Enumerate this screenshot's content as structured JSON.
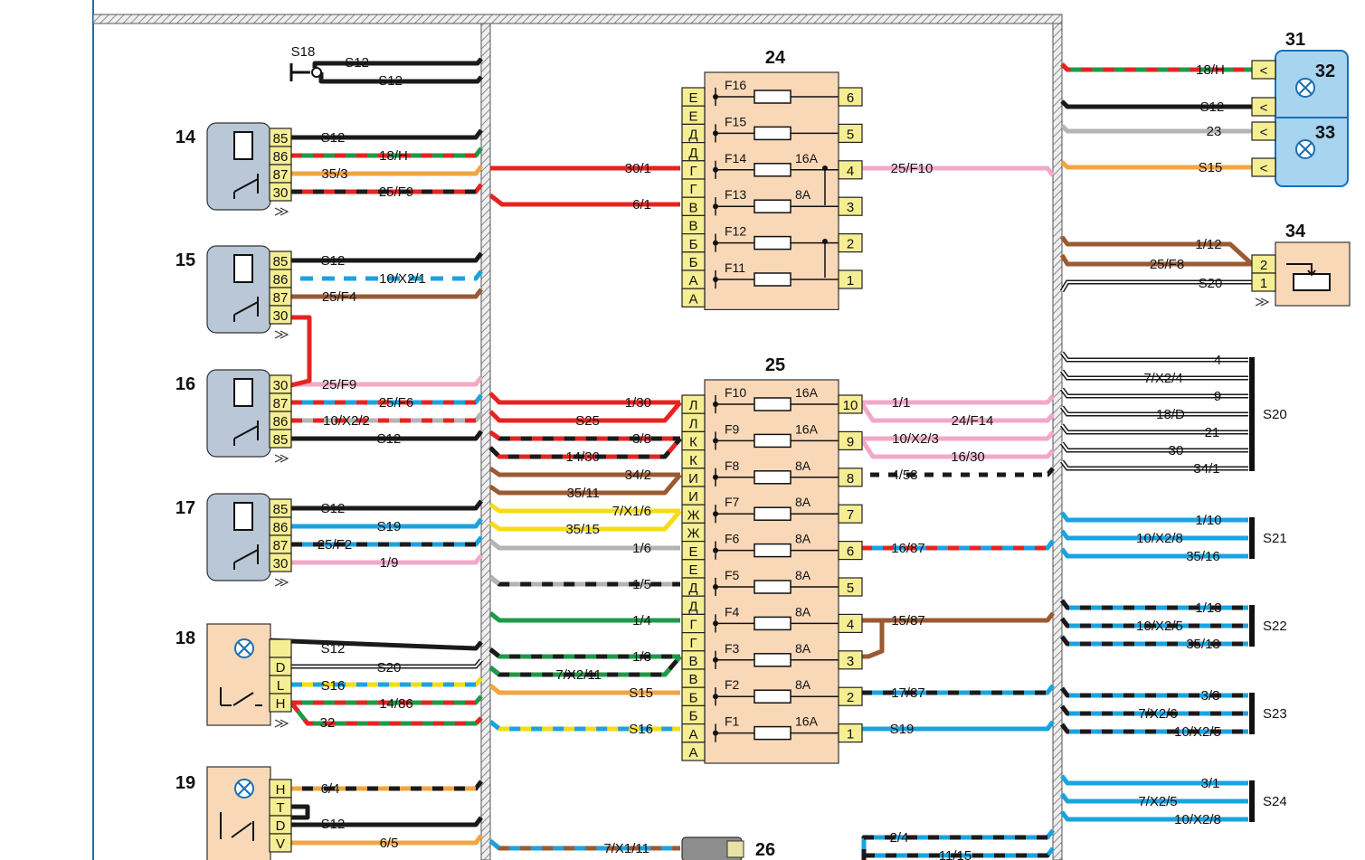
{
  "labels": {
    "s18": "S18",
    "s18_a": "S12",
    "s18_b": "S12",
    "num_14": "14",
    "num_15": "15",
    "num_16": "16",
    "num_17": "17",
    "num_18": "18",
    "num_19": "19",
    "num_24": "24",
    "num_25": "25",
    "num_26": "26",
    "num_31": "31",
    "num_32": "32",
    "num_33": "33",
    "num_34": "34"
  },
  "relays": [
    {
      "id": "14",
      "pins": [
        "85",
        "86",
        "87",
        "30"
      ],
      "wires": [
        "S12",
        "18/H",
        "35/3",
        "25/F9"
      ]
    },
    {
      "id": "15",
      "pins": [
        "85",
        "86",
        "87",
        "30"
      ],
      "wires": [
        "S12",
        "10/X2/1",
        "25/F4",
        ""
      ]
    },
    {
      "id": "16",
      "pins": [
        "30",
        "87",
        "86",
        "85"
      ],
      "wires": [
        "25/F9",
        "25/F6",
        "10/X2/2",
        "S12"
      ]
    },
    {
      "id": "17",
      "pins": [
        "85",
        "86",
        "87",
        "30"
      ],
      "wires": [
        "S12",
        "S19",
        "25/F2",
        "1/9"
      ]
    }
  ],
  "switch18": {
    "pins": [
      "",
      "D",
      "L",
      "H"
    ],
    "wires": [
      "S12",
      "S20",
      "S16",
      "14/86"
    ],
    "extra": "32"
  },
  "switch19": {
    "pins": [
      "H",
      "T",
      "D",
      "V"
    ],
    "wires": [
      "6/4",
      "",
      "S12",
      "6/5"
    ]
  },
  "block24": {
    "left_pins": [
      "Е",
      "Е",
      "Д",
      "Д",
      "Г",
      "Г",
      "В",
      "В",
      "Б",
      "Б",
      "А",
      "А"
    ],
    "fuses": [
      {
        "n": "F16",
        "a": ""
      },
      {
        "n": "F15",
        "a": ""
      },
      {
        "n": "F14",
        "a": "16A"
      },
      {
        "n": "F13",
        "a": "8A"
      },
      {
        "n": "F12",
        "a": ""
      },
      {
        "n": "F11",
        "a": ""
      }
    ],
    "right_pins": [
      "6",
      "5",
      "4",
      "3",
      "2",
      "1"
    ],
    "in_wires": [
      "30/1",
      "6/1"
    ],
    "out_wire": "25/F10"
  },
  "block25": {
    "left_pins": [
      "Л",
      "Л",
      "К",
      "К",
      "И",
      "И",
      "Ж",
      "Ж",
      "Е",
      "Е",
      "Д",
      "Д",
      "Г",
      "Г",
      "В",
      "В",
      "Б",
      "Б",
      "А",
      "А"
    ],
    "fuses": [
      {
        "n": "F10",
        "a": "16A"
      },
      {
        "n": "F9",
        "a": "16A"
      },
      {
        "n": "F8",
        "a": "8A"
      },
      {
        "n": "F7",
        "a": "8A"
      },
      {
        "n": "F6",
        "a": "8A"
      },
      {
        "n": "F5",
        "a": "8A"
      },
      {
        "n": "F4",
        "a": "8A"
      },
      {
        "n": "F3",
        "a": "8A"
      },
      {
        "n": "F2",
        "a": "8A"
      },
      {
        "n": "F1",
        "a": "16A"
      }
    ],
    "right_pins": [
      "10",
      "9",
      "8",
      "7",
      "6",
      "5",
      "4",
      "3",
      "2",
      "1"
    ],
    "in_wires": [
      "1/30",
      "S25",
      "3/8",
      "14/30",
      "34/2",
      "35/11",
      "7/X1/6",
      "35/15",
      "1/6",
      "1/5",
      "1/4",
      "1/3",
      "7/X2/11",
      "S15",
      "S16"
    ],
    "out_wires": [
      "1/1",
      "24/F14",
      "10/X2/3",
      "16/30",
      "4/58",
      "16/87",
      "15/87",
      "17/87",
      "S19"
    ]
  },
  "lamp31": {
    "wires": [
      "18/H",
      "S12",
      "23",
      "S15"
    ]
  },
  "sensor34": {
    "pins": [
      "2",
      "1"
    ],
    "wires": [
      "1/12",
      "25/F8",
      "S20"
    ]
  },
  "bus_s20": {
    "name": "S20",
    "wires": [
      "4",
      "7/X2/4",
      "9",
      "18/D",
      "21",
      "30",
      "34/1"
    ]
  },
  "bus_s21": {
    "name": "S21",
    "wires": [
      "1/10",
      "10/X2/8",
      "35/16"
    ]
  },
  "bus_s22": {
    "name": "S22",
    "wires": [
      "1/13",
      "10/X2/5",
      "35/13"
    ]
  },
  "bus_s23": {
    "name": "S23",
    "wires": [
      "3/3",
      "7/X2/6",
      "10/X2/5"
    ]
  },
  "bus_s24": {
    "name": "S24",
    "wires": [
      "3/1",
      "7/X2/5",
      "10/X2/8"
    ]
  },
  "bottom": {
    "w26": "7/X1/11",
    "b1": "2/4",
    "b2": "11/15"
  },
  "colors": {
    "red": "#e52421",
    "black": "#1a1a1a",
    "green": "#1e9a48",
    "orange": "#f2a541",
    "blue": "#1aa3e0",
    "pink": "#f3a8c8",
    "brown": "#9a5a32",
    "gray": "#b4b4b4",
    "yellow": "#f6dc12",
    "relay": "#b9c7d6",
    "block": "#f9d8b8",
    "pinbox": "#f6ee92",
    "lamp": "#a7d4ef"
  }
}
